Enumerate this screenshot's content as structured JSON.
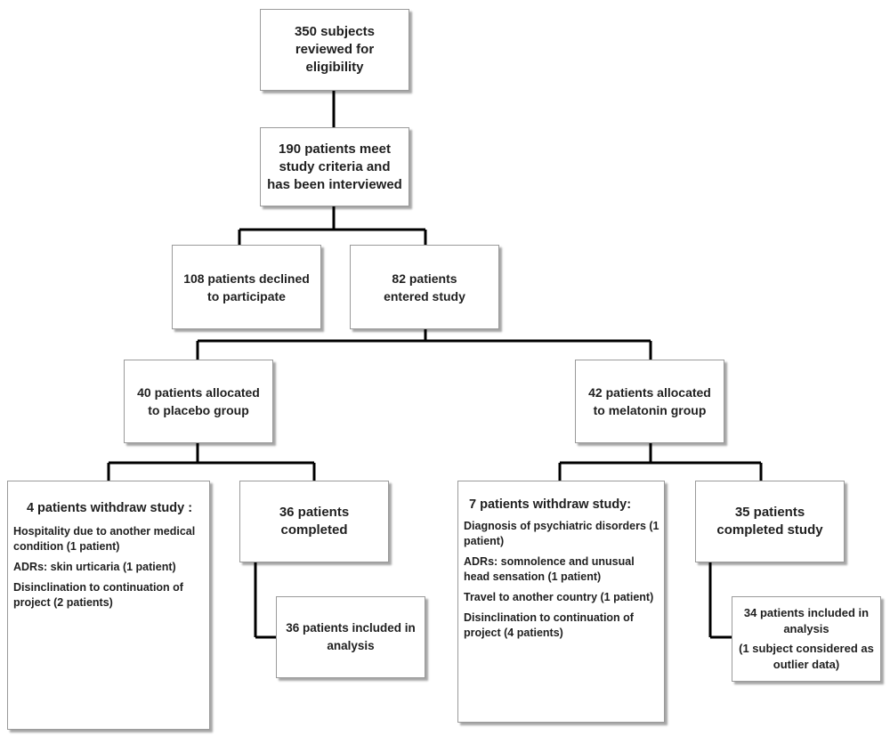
{
  "boxes": {
    "reviewed": "350 subjects reviewed for eligibility",
    "interviewed": "190 patients meet study criteria and has been interviewed",
    "declined": "108 patients declined to participate",
    "entered": "82 patients entered study",
    "placebo": "40 patients allocated to placebo group",
    "melatonin": "42 patients allocated to melatonin group",
    "placebo_withdraw": {
      "head": "4 patients withdraw study :",
      "items": [
        "Hospitality due to another medical condition (1 patient)",
        "ADRs: skin urticaria (1 patient)",
        "Disinclination to continuation of project (2 patients)"
      ]
    },
    "placebo_completed": "36 patients completed",
    "placebo_analysis": "36 patients included in analysis",
    "melatonin_withdraw": {
      "head": "7 patients withdraw study:",
      "items": [
        "Diagnosis of psychiatric disorders (1 patient)",
        "ADRs: somnolence and unusual head sensation (1 patient)",
        "Travel to another country (1 patient)",
        "Disinclination to continuation of project (4 patients)"
      ]
    },
    "melatonin_completed": "35 patients completed study",
    "melatonin_analysis": "34 patients included in analysis",
    "melatonin_analysis_note": "(1 subject considered as outlier data)"
  }
}
